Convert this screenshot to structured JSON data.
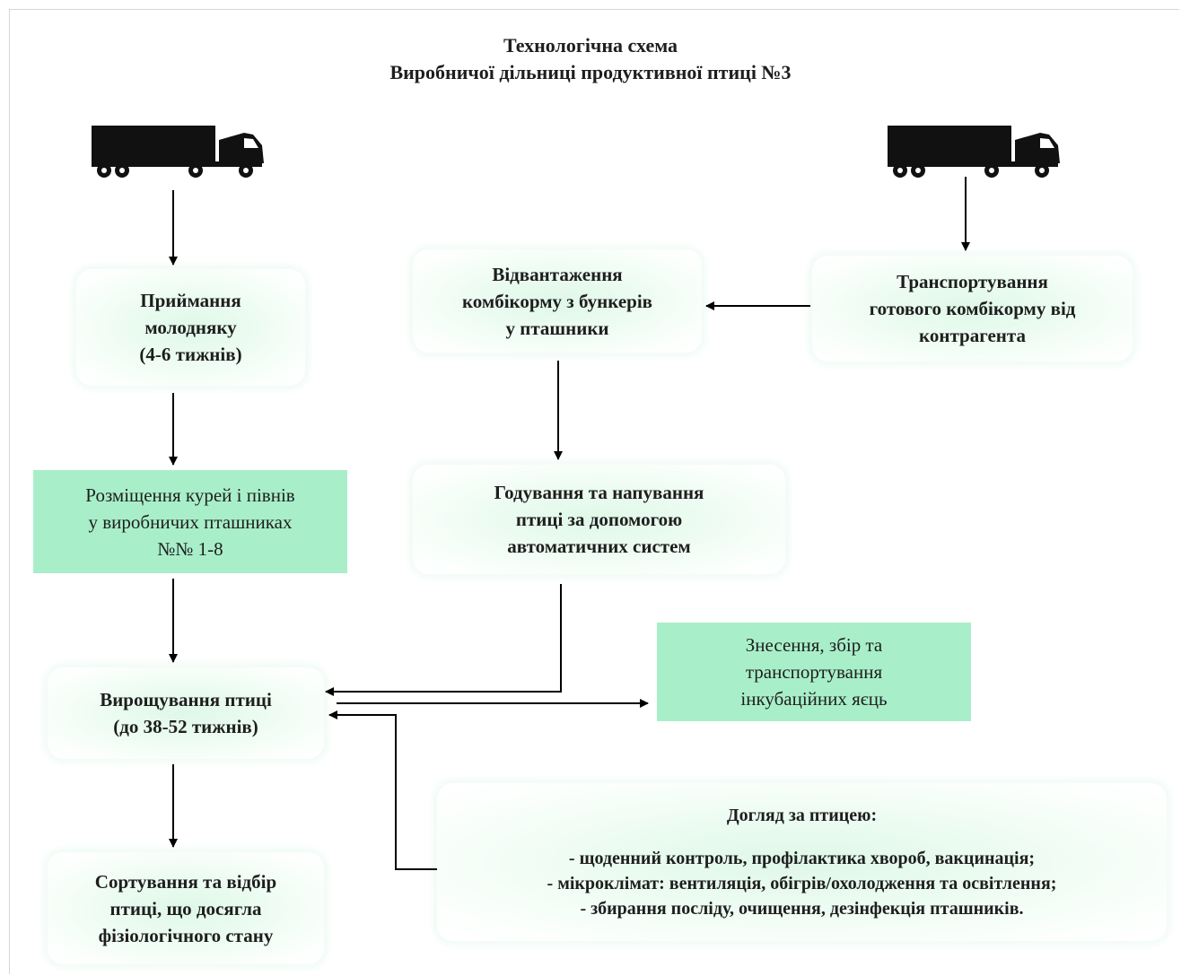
{
  "title": {
    "line1": "Технологічна схема",
    "line2": "Виробничої дільниці продуктивної птиці №3"
  },
  "boxes": {
    "receiving": [
      "Приймання",
      "молодняку",
      "(4-6 тижнів)"
    ],
    "placement": [
      "Розміщення курей і півнів",
      "у виробничих пташниках",
      "№№ 1-8"
    ],
    "growing": [
      "Вирощування птиці",
      "(до 38-52 тижнів)"
    ],
    "sorting": [
      "Сортування та відбір",
      "птиці, що досягла",
      "фізіологічного стану"
    ],
    "unloading": [
      "Відвантаження",
      "комбікорму з бункерів",
      "у пташники"
    ],
    "transport": [
      "Транспортування",
      "готового комбікорму від",
      "контрагента"
    ],
    "feeding": [
      "Годування та напування",
      "птиці за допомогою",
      "автоматичних систем"
    ],
    "eggs": [
      "Знесення, збір та",
      "транспортування",
      "інкубаційних яєць"
    ],
    "care": {
      "heading": "Догляд за птицею:",
      "items": [
        "- щоденний контроль, профілактика хвороб, вакцинація;",
        "- мікроклімат: вентиляція, обігрів/охолодження та освітлення;",
        "- збирання посліду, очищення, дезінфекція пташників."
      ]
    }
  },
  "icons": [
    "truck-icon",
    "truck-icon"
  ],
  "colors": {
    "soft_box": "#dff8e8",
    "solid_box": "#a8efc9",
    "arrow": "#000000",
    "text": "#1e1e1e"
  }
}
